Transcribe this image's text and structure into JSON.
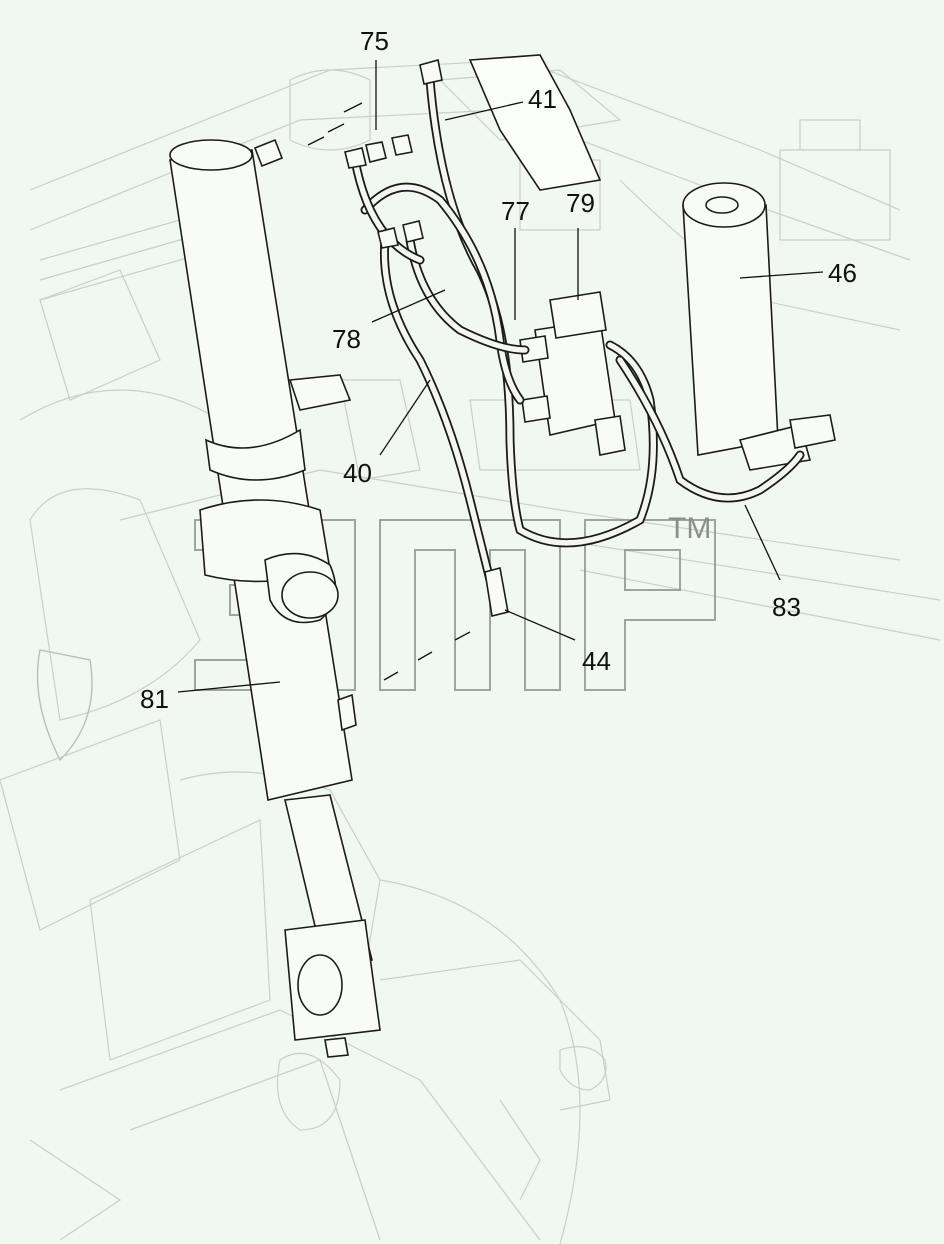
{
  "watermark": {
    "tm": "TM"
  },
  "callouts": [
    {
      "id": "75",
      "text": "75"
    },
    {
      "id": "41",
      "text": "41"
    },
    {
      "id": "77",
      "text": "77"
    },
    {
      "id": "79",
      "text": "79"
    },
    {
      "id": "46",
      "text": "46"
    },
    {
      "id": "78",
      "text": "78"
    },
    {
      "id": "40",
      "text": "40"
    },
    {
      "id": "83",
      "text": "83"
    },
    {
      "id": "44",
      "text": "44"
    },
    {
      "id": "81",
      "text": "81"
    }
  ]
}
